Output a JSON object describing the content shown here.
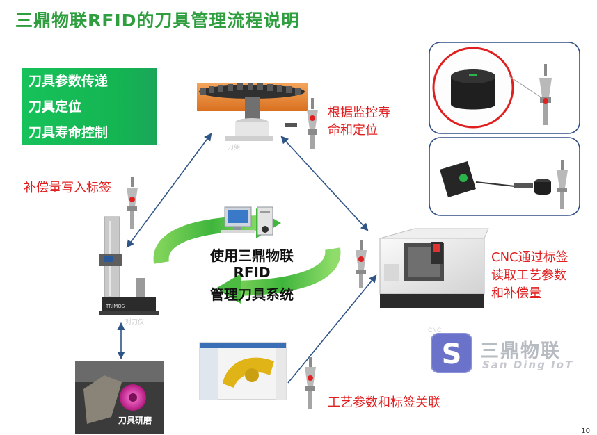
{
  "title": "三鼎物联RFID的刀具管理流程说明",
  "features": [
    "刀具参数传递",
    "刀具定位",
    "刀具寿命控制"
  ],
  "labels": {
    "rack_note_line1": "根据监控寿",
    "rack_note_line2": "命和定位",
    "preset_note": "补偿量写入标签",
    "cnc_line1": "CNC通过标签",
    "cnc_line2": "读取工艺参数",
    "cnc_line3": "和补偿量",
    "cad_note": "工艺参数和标签关联",
    "center_line1": "使用三鼎物联",
    "center_line2": "RFID",
    "center_line3": "管理刀具系统",
    "grinding": "刀具研磨"
  },
  "captions": {
    "rack": "刀架",
    "presetter": "对刀仪",
    "presetter_brand": "TRIMOS"
  },
  "logo": {
    "letter": "S",
    "name": "三鼎物联",
    "sub": "San Ding IoT"
  },
  "page_number": "10",
  "colors": {
    "title": "#2e9e3e",
    "accent_red": "#e02020",
    "green_box": "#17c25a",
    "arrow": "#2f5486",
    "logo_blue": "#6a73c9"
  }
}
